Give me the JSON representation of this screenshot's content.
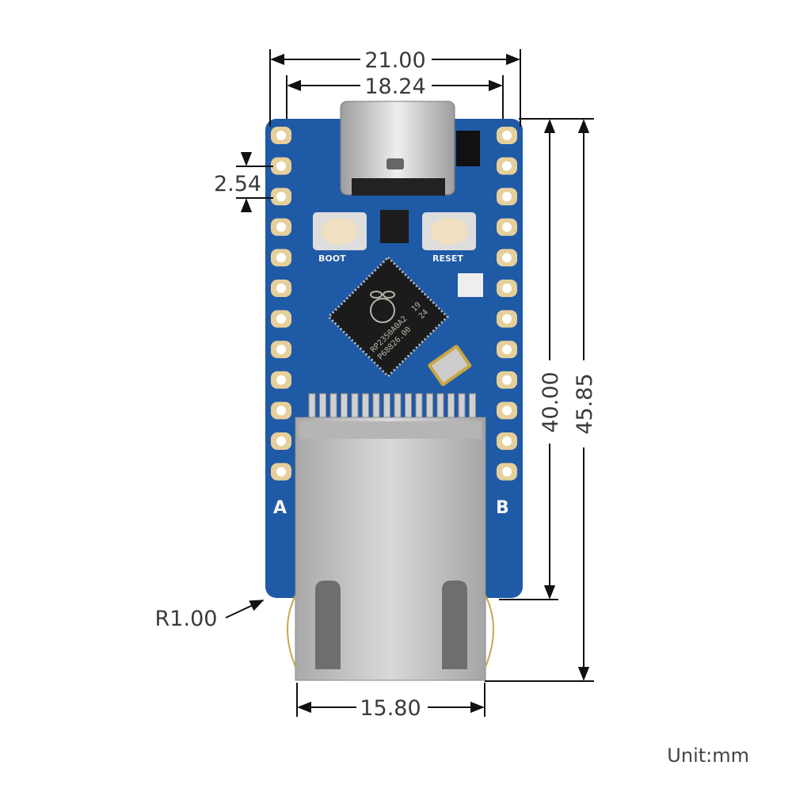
{
  "dimensions": {
    "overall_width": "21.00",
    "pin_row_spacing": "18.24",
    "pin_pitch": "2.54",
    "corner_radius": "R1.00",
    "rj45_width": "15.80",
    "board_length": "40.00",
    "overall_length": "45.85"
  },
  "silkscreen": {
    "boot": "BOOT",
    "reset": "RESET",
    "side_a": "A",
    "side_b": "B"
  },
  "chip": {
    "line1": "RP2350A0A2",
    "line2": "P68826.00",
    "date1": "19",
    "date2": "24"
  },
  "unit_label": "Unit:mm",
  "colors": {
    "pcb": "#1f5aa6",
    "pads": "#e6cf9b",
    "metal": "#c9c9c9",
    "dimension": "#1a1a1a"
  }
}
